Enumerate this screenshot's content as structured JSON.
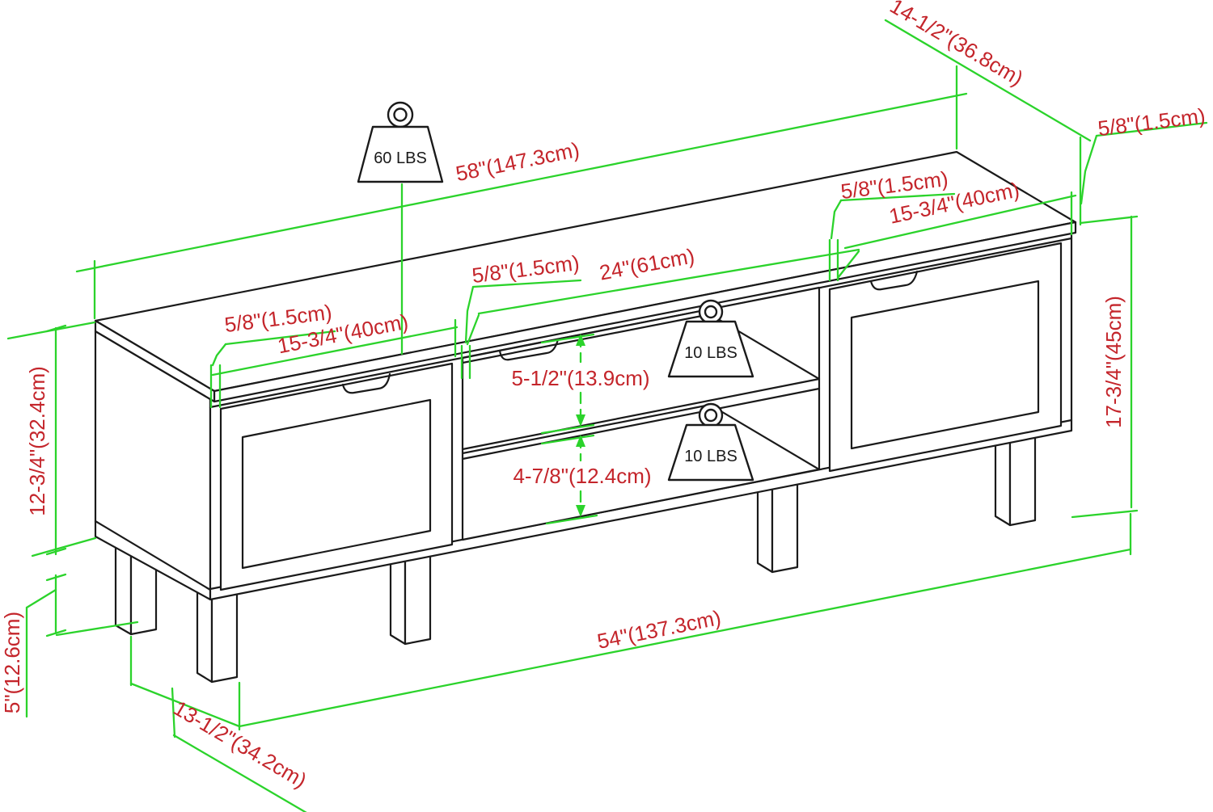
{
  "colors": {
    "outline": "#1a1a1a",
    "dimension": "#2bd32b",
    "label": "#c4252b",
    "background": "#ffffff"
  },
  "weights": {
    "top": {
      "label": "60 LBS"
    },
    "upper_shelf": {
      "label": "10 LBS"
    },
    "lower_shelf": {
      "label": "10 LBS"
    }
  },
  "dimensions": {
    "top_width": {
      "label": "58\"(147.3cm)"
    },
    "top_depth": {
      "label": "14-1/2\"(36.8cm)"
    },
    "top_thickness": {
      "label": "5/8\"(1.5cm)"
    },
    "right_door_frame": {
      "label": "5/8\"(1.5cm)"
    },
    "right_door_width": {
      "label": "15-3/4\"(40cm)"
    },
    "middle_width": {
      "label": "24\"(61cm)"
    },
    "middle_frame": {
      "label": "5/8\"(1.5cm)"
    },
    "left_door_frame": {
      "label": "5/8\"(1.5cm)"
    },
    "left_door_width": {
      "label": "15-3/4\"(40cm)"
    },
    "upper_shelf_height": {
      "label": "5-1/2\"(13.9cm)"
    },
    "lower_shelf_height": {
      "label": "4-7/8\"(12.4cm)"
    },
    "total_height": {
      "label": "17-3/4\"(45cm)"
    },
    "body_height": {
      "label": "12-3/4\"(32.4cm)"
    },
    "leg_height": {
      "label": "5\"(12.6cm)"
    },
    "base_width": {
      "label": "54\"(137.3cm)"
    },
    "base_depth": {
      "label": "13-1/2\"(34.2cm)"
    }
  }
}
